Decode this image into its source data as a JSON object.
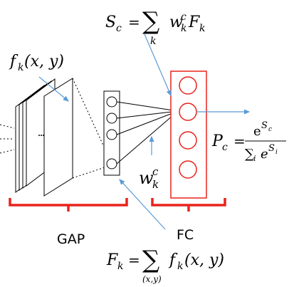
{
  "formulas": {
    "sc": {
      "lhs": "S",
      "lhs_sub": "c",
      "eq": "=",
      "sum": "∑",
      "sum_index": "k",
      "w": "w",
      "w_sup": "c",
      "w_sub": "k",
      "f": "F",
      "f_sub": "k"
    },
    "fk_xy": {
      "f": "f",
      "f_sub": "k",
      "args": "(x, y)"
    },
    "pc": {
      "lhs": "P",
      "lhs_sub": "c",
      "eq": "=",
      "num_base": "e",
      "num_sup": "S",
      "num_sup_sub": "c",
      "den_sum": "∑",
      "den_sum_sub": "i",
      "den_base": "e",
      "den_sup": "S",
      "den_sup_sub": "i"
    },
    "wkc": {
      "w": "w",
      "w_sup": "c",
      "w_sub": "k"
    },
    "fk_sum": {
      "lhs": "F",
      "lhs_sub": "k",
      "eq": "=",
      "sum": "∑",
      "sum_index": "(x,y)",
      "f": "f",
      "f_sub": "k",
      "args": "(x, y)"
    }
  },
  "labels": {
    "gap": "GAP",
    "fc": "FC"
  },
  "colors": {
    "arrow": "#5b9bd5",
    "bracket": "#e8231c",
    "output_box": "#e8231c",
    "line": "#000000"
  }
}
